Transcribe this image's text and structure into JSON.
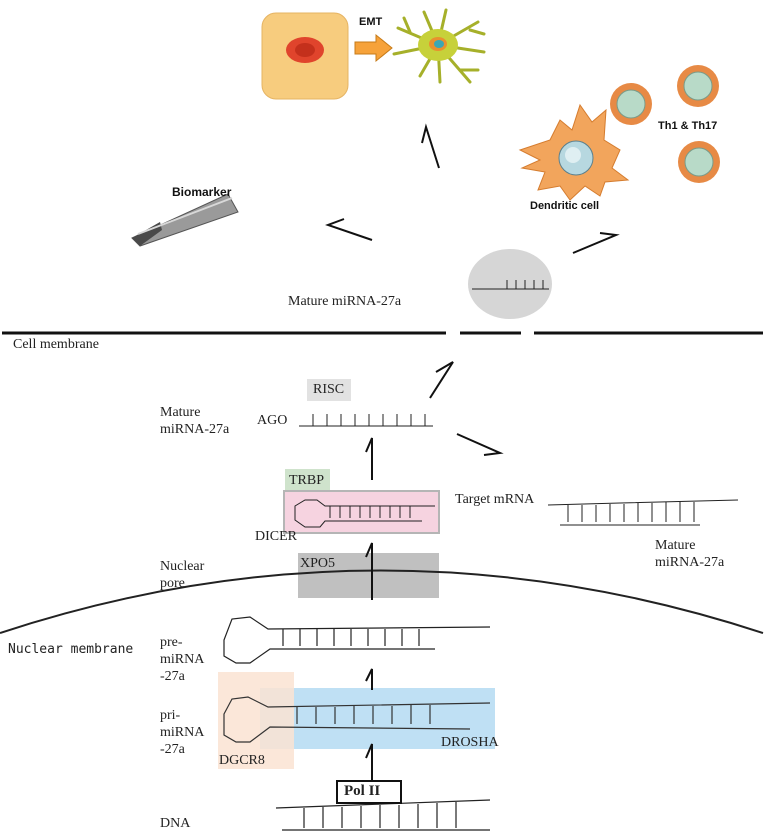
{
  "cell_membrane_label": "Cell membrane",
  "nuclear_membrane_label": "Nuclear membrane",
  "nuclear_pore_label": "Nuclear\npore",
  "extracellular": {
    "mature_label": "Mature miRNA-27a",
    "biomarker_label": "Biomarker",
    "emt_label": "EMT",
    "dendritic_label": "Dendritic cell",
    "th_label": "Th1 & Th17"
  },
  "cytoplasm": {
    "risc_label": "RISC",
    "ago_label": "AGO",
    "mature_left_label": "Mature\nmiRNA-27a",
    "trbp_label": "TRBP",
    "dicer_label": "DICER",
    "target_label": "Target mRNA",
    "mature_right_label": "Mature\nmiRNA-27a",
    "xpo5_label": "XPO5"
  },
  "nucleus": {
    "pre_label": "pre-\nmiRNA\n-27a",
    "pri_label": "pri-\nmiRNA\n-27a",
    "dgcr8_label": "DGCR8",
    "drosha_label": "DROSHA",
    "pol_label": "Pol II",
    "dna_label": "DNA"
  },
  "colors": {
    "risc_box": "#e2e2e2",
    "trbp_box": "#cfe3cc",
    "dicer_box": "#f6d3e0",
    "xpo5_box": "#b9b9b9",
    "dgcr8_box": "#fae3d2",
    "drosha_box": "#bfe0f4",
    "exosome": "#d6d6d6",
    "cell_body": "#f7cc7e",
    "nucleus_red": "#e0442c",
    "neuron": "#c7d13a",
    "immune_outer": "#e78a45",
    "immune_nucleus": "#b8dac8"
  }
}
